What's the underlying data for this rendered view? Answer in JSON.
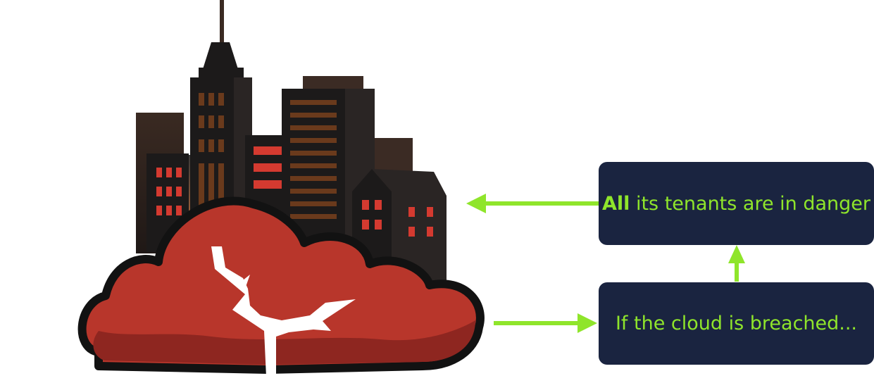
{
  "colors": {
    "accent": "#8fe52b",
    "box_background": "#1a2440",
    "cloud": "#b8362b",
    "cloud_shadow": "#8e2620",
    "building_dark": "#1c1a1a",
    "window_red": "#d43a30",
    "window_brown": "#6a3a1c"
  },
  "icons": [
    "city-skyline-icon",
    "cloud-icon",
    "crack-icon"
  ],
  "boxes": {
    "top": {
      "emphasis": "All",
      "text": " its tenants are in danger"
    },
    "bottom": {
      "text": "If the cloud is breached..."
    }
  }
}
